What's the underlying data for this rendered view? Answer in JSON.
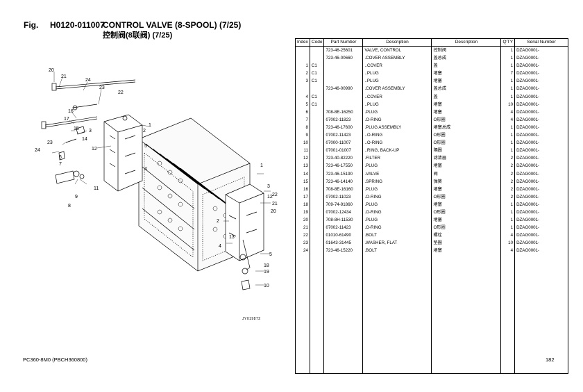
{
  "header": {
    "fig_label": "Fig.",
    "fig_code": "H0120-011007",
    "title": "CONTROL VALVE  (8-SPOOL) (7/25)",
    "subtitle": "控制阀(8联阀) (7/25)"
  },
  "diagram": {
    "code": "JY019872",
    "callouts": [
      "20",
      "21",
      "24",
      "23",
      "22",
      "16",
      "17",
      "15",
      "3",
      "2",
      "1",
      "14",
      "12",
      "5",
      "4",
      "24",
      "23",
      "6",
      "7",
      "11",
      "9",
      "8",
      "1",
      "3",
      "12",
      "22",
      "21",
      "20",
      "2",
      "13",
      "4",
      "5",
      "19",
      "10",
      "18"
    ]
  },
  "table": {
    "headers": {
      "index": "Index",
      "code": "Code",
      "part": "Part Number",
      "desc": "Description",
      "desc_cn": "Description",
      "qty": "Q'TY",
      "serial": "Serial Number"
    },
    "rows": [
      {
        "index": "",
        "code": "",
        "part": "723-46-25601",
        "desc": "VALVE, CONTROL",
        "desc_cn": "控制阀",
        "qty": "1",
        "serial": "DZAG0001-"
      },
      {
        "index": "",
        "code": "",
        "part": "723-46-00660",
        "desc": ".COVER ASSEMBLY",
        "desc_cn": "盖总成",
        "qty": "1",
        "serial": "DZAG0001-"
      },
      {
        "index": "1",
        "code": "C1",
        "part": "",
        "desc": "..COVER",
        "desc_cn": "盖",
        "qty": "1",
        "serial": "DZAG0001-"
      },
      {
        "index": "2",
        "code": "C1",
        "part": "",
        "desc": "..PLUG",
        "desc_cn": "堵塞",
        "qty": "7",
        "serial": "DZAG0001-"
      },
      {
        "index": "3",
        "code": "C1",
        "part": "",
        "desc": "..PLUG",
        "desc_cn": "堵塞",
        "qty": "1",
        "serial": "DZAG0001-"
      },
      {
        "index": "",
        "code": "",
        "part": "723-46-00990",
        "desc": ".COVER ASSEMBLY",
        "desc_cn": "盖总成",
        "qty": "1",
        "serial": "DZAG0001-"
      },
      {
        "index": "4",
        "code": "C1",
        "part": "",
        "desc": "..COVER",
        "desc_cn": "盖",
        "qty": "1",
        "serial": "DZAG0001-"
      },
      {
        "index": "5",
        "code": "C1",
        "part": "",
        "desc": "..PLUG",
        "desc_cn": "堵塞",
        "qty": "10",
        "serial": "DZAG0001-"
      },
      {
        "index": "6",
        "code": "",
        "part": "708-8E-16250",
        "desc": ".PLUG",
        "desc_cn": "堵塞",
        "qty": "4",
        "serial": "DZAG0001-"
      },
      {
        "index": "7",
        "code": "",
        "part": "07002-11823",
        "desc": ".O-RING",
        "desc_cn": "O形圈",
        "qty": "4",
        "serial": "DZAG0001-"
      },
      {
        "index": "8",
        "code": "",
        "part": "723-46-17600",
        "desc": ".PLUG ASSEMBLY",
        "desc_cn": "堵塞总成",
        "qty": "1",
        "serial": "DZAG0001-"
      },
      {
        "index": "9",
        "code": "",
        "part": "07002-11423",
        "desc": "..O-RING",
        "desc_cn": "O形圈",
        "qty": "1",
        "serial": "DZAG0001-"
      },
      {
        "index": "10",
        "code": "",
        "part": "07000-11007",
        "desc": "..O-RING",
        "desc_cn": "O形圈",
        "qty": "1",
        "serial": "DZAG0001-"
      },
      {
        "index": "11",
        "code": "",
        "part": "07001-01007",
        "desc": "..RING, BACK-UP",
        "desc_cn": "隔圈",
        "qty": "1",
        "serial": "DZAG0001-"
      },
      {
        "index": "12",
        "code": "",
        "part": "723-40-82220",
        "desc": ".FILTER",
        "desc_cn": "滤清器",
        "qty": "2",
        "serial": "DZAG0001-"
      },
      {
        "index": "13",
        "code": "",
        "part": "723-46-17550",
        "desc": ".PLUG",
        "desc_cn": "堵塞",
        "qty": "2",
        "serial": "DZAG0001-"
      },
      {
        "index": "14",
        "code": "",
        "part": "723-46-15190",
        "desc": ".VALVE",
        "desc_cn": "阀",
        "qty": "2",
        "serial": "DZAG0001-"
      },
      {
        "index": "15",
        "code": "",
        "part": "723-46-14140",
        "desc": ".SPRING",
        "desc_cn": "弹簧",
        "qty": "2",
        "serial": "DZAG0001-"
      },
      {
        "index": "16",
        "code": "",
        "part": "708-8E-16160",
        "desc": ".PLUG",
        "desc_cn": "堵塞",
        "qty": "2",
        "serial": "DZAG0001-"
      },
      {
        "index": "17",
        "code": "",
        "part": "07002-11023",
        "desc": ".O-RING",
        "desc_cn": "O形圈",
        "qty": "2",
        "serial": "DZAG0001-"
      },
      {
        "index": "18",
        "code": "",
        "part": "709-74-91860",
        "desc": ".PLUG",
        "desc_cn": "堵塞",
        "qty": "1",
        "serial": "DZAG0001-"
      },
      {
        "index": "19",
        "code": "",
        "part": "07002-12434",
        "desc": ".O-RING",
        "desc_cn": "O形圈",
        "qty": "1",
        "serial": "DZAG0001-"
      },
      {
        "index": "20",
        "code": "",
        "part": "708-8H-11530",
        "desc": ".PLUG",
        "desc_cn": "堵塞",
        "qty": "1",
        "serial": "DZAG0001-"
      },
      {
        "index": "21",
        "code": "",
        "part": "07002-11423",
        "desc": ".O-RING",
        "desc_cn": "O形圈",
        "qty": "1",
        "serial": "DZAG0001-"
      },
      {
        "index": "22",
        "code": "",
        "part": "01010-61490",
        "desc": ".BOLT",
        "desc_cn": "螺栓",
        "qty": "4",
        "serial": "DZAG0001-"
      },
      {
        "index": "23",
        "code": "",
        "part": "01643-31445",
        "desc": ".WASHER, FLAT",
        "desc_cn": "垫圈",
        "qty": "10",
        "serial": "DZAG0001-"
      },
      {
        "index": "24",
        "code": "",
        "part": "723-46-15220",
        "desc": ".BOLT",
        "desc_cn": "堵塞",
        "qty": "4",
        "serial": "DZAG0001-"
      }
    ]
  },
  "footer": {
    "model": "PC360-8M0  (PBCH360800)",
    "page": "182"
  }
}
